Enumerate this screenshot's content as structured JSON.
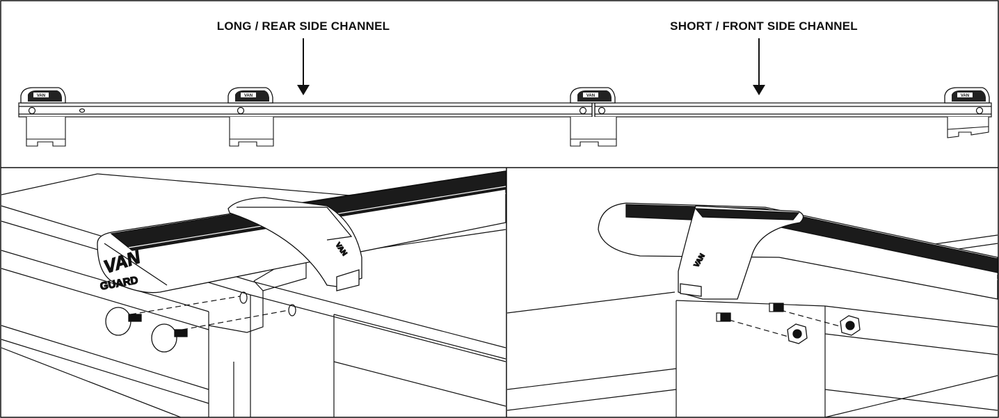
{
  "labels": {
    "long_rear": "LONG / REAR SIDE CHANNEL",
    "short_front": "SHORT / FRONT SIDE CHANNEL"
  },
  "logo": {
    "line1": "VAN",
    "line2": "GUARD",
    "small": "VAN"
  },
  "colors": {
    "ink": "#111111",
    "background": "#ffffff"
  }
}
